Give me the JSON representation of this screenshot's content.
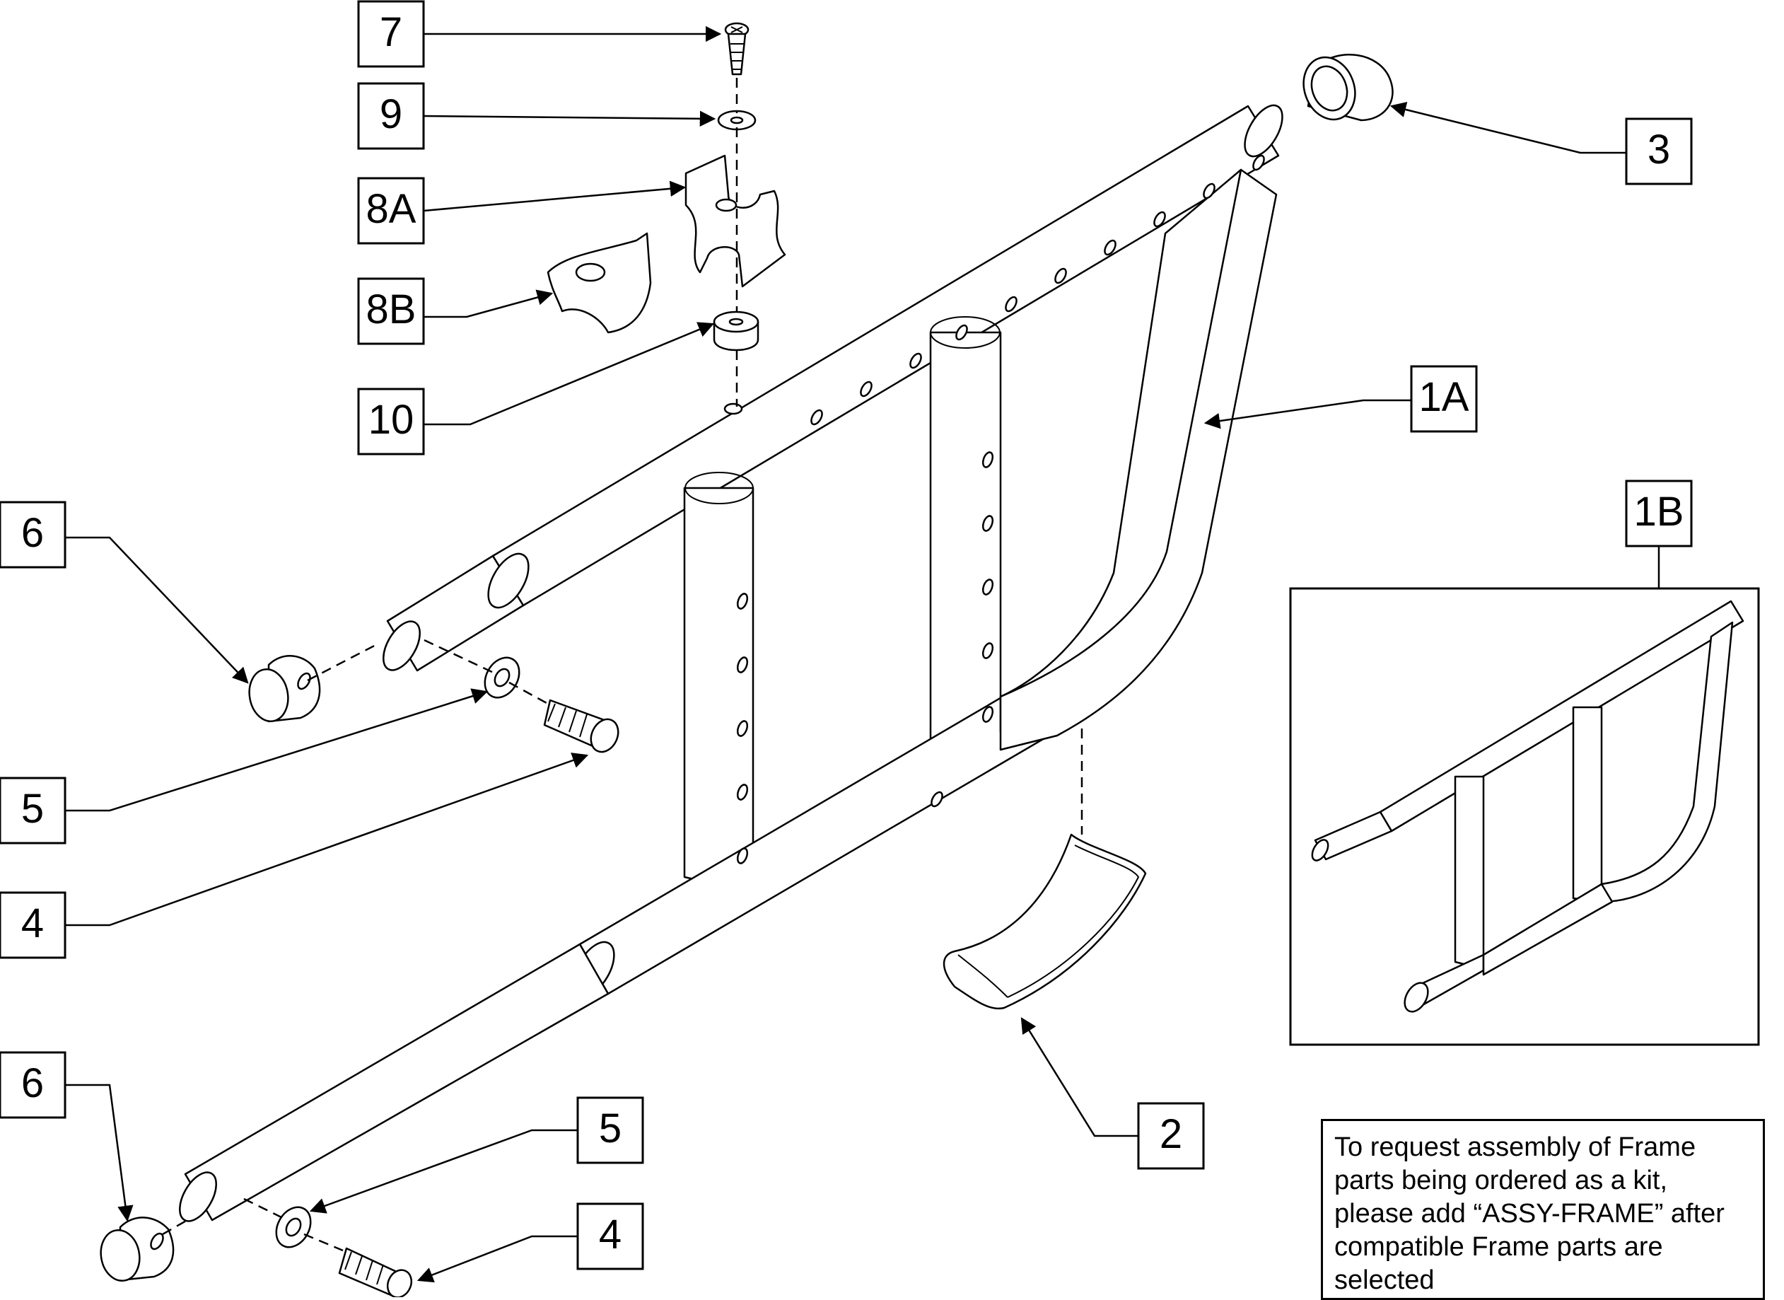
{
  "callouts": {
    "c7": "7",
    "c9": "9",
    "c8a": "8A",
    "c8b": "8B",
    "c10": "10",
    "c3": "3",
    "c1a": "1A",
    "c1b": "1B",
    "c6_top": "6",
    "c5_top": "5",
    "c4_top": "4",
    "c6_bottom": "6",
    "c5_bottom": "5",
    "c4_bottom": "4",
    "c2": "2"
  },
  "note": {
    "text": "To request assembly of Frame parts being ordered as a kit, please add “ASSY-FRAME” after compatible Frame parts are selected"
  }
}
